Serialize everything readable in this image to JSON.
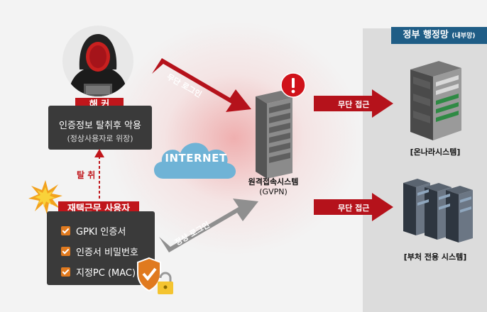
{
  "government_network": {
    "title": "정부 행정망",
    "subtitle": "(내부망)"
  },
  "hacker": {
    "label": "해  커",
    "description_line1": "인증정보 탈취후 악용",
    "description_line2": "(정상사용자로 위장)"
  },
  "theft_label": "탈 취",
  "telecommuter": {
    "label": "재택근무 사용자",
    "items": [
      "GPKI 인증서",
      "인증서 비밀번호",
      "지정PC (MAC)"
    ]
  },
  "internet_label": "INTERNET",
  "gateway": {
    "name": "원격접속시스템",
    "code": "(GVPN)"
  },
  "arrows": {
    "unauthorized_login": "무단 로그인",
    "normal_login": "정상 로그인",
    "unauthorized_access_1": "무단 접근",
    "unauthorized_access_2": "무단 접근"
  },
  "targets": {
    "onnara": "[온나라시스템]",
    "department": "[부처 전용 시스템]"
  },
  "colors": {
    "red": "#c0161b",
    "navy": "#1f5d86",
    "dark": "#3a3a3a",
    "gray_arrow": "#8f8f8f",
    "cloud": "#6fb3d6"
  }
}
